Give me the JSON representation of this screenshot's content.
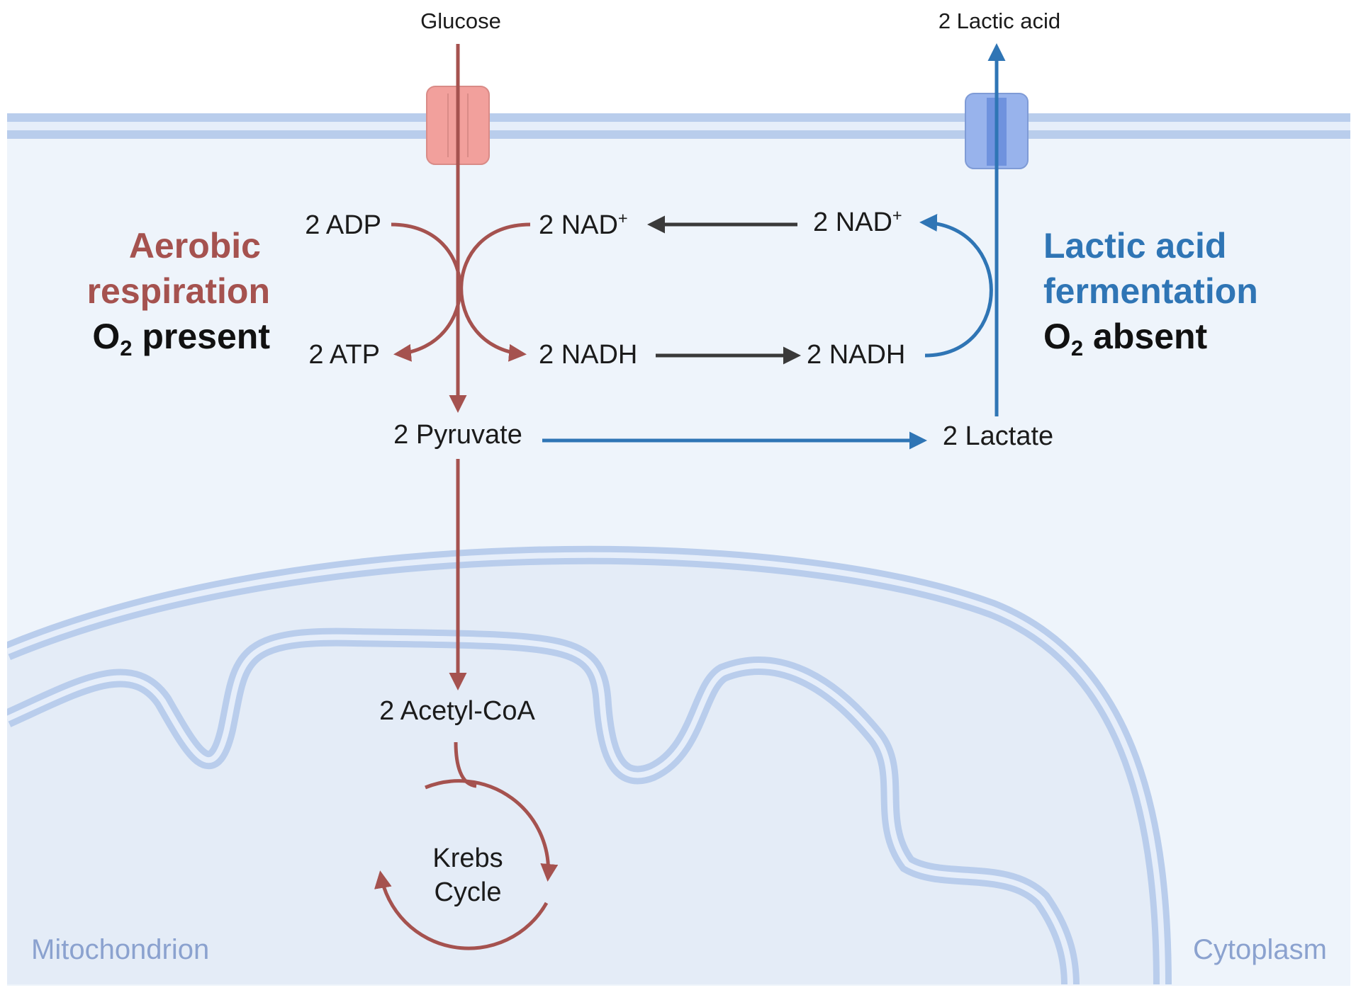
{
  "colors": {
    "aerobic": "#a5524f",
    "fermentation": "#2f75b5",
    "neutral": "#3a3a3a",
    "membrane": "#b9cdec",
    "membrane_inner": "#e6eefa",
    "cytoplasm_bg": "#eef4fb",
    "mito_bg": "#e4ecf7",
    "region_label": "#8ba2cf",
    "channel_aerobic": "#f2a09c",
    "channel_fermentation": "#98b3ec"
  },
  "inputs": {
    "glucose": "Glucose",
    "lactic_acid_out": "2 Lactic acid"
  },
  "aerobic": {
    "title_line1": "Aerobic",
    "title_line2": "respiration",
    "condition_o": "O",
    "condition_sub": "2",
    "condition_rest": " present"
  },
  "fermentation": {
    "title_line1": "Lactic acid",
    "title_line2": "fermentation",
    "condition_o": "O",
    "condition_sub": "2",
    "condition_rest": " absent"
  },
  "molecules": {
    "adp": "2 ADP",
    "atp": "2 ATP",
    "nad_left": "2 NAD",
    "nad_left_sup": "+",
    "nadh_left": "2 NADH",
    "nad_right": "2 NAD",
    "nad_right_sup": "+",
    "nadh_right": "2 NADH",
    "pyruvate": "2 Pyruvate",
    "lactate": "2 Lactate",
    "acetyl_coa": "2 Acetyl-CoA"
  },
  "krebs": {
    "line1": "Krebs",
    "line2": "Cycle"
  },
  "regions": {
    "mitochondrion": "Mitochondrion",
    "cytoplasm": "Cytoplasm"
  }
}
